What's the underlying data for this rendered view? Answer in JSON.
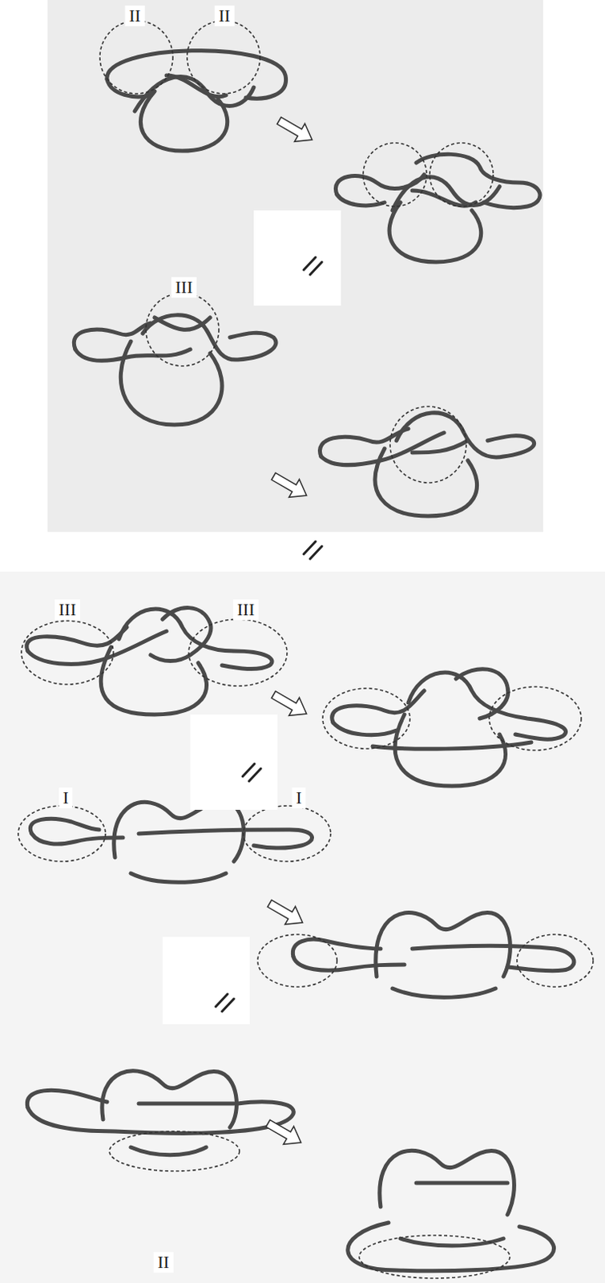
{
  "diagram": {
    "labels": [
      "II",
      "II",
      "III",
      "III",
      "III",
      "I",
      "I",
      "II"
    ]
  }
}
